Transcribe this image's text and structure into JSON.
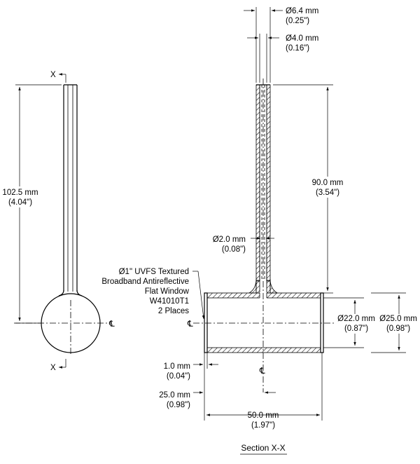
{
  "diagram": {
    "left_view": {
      "height": {
        "mm": "102.5 mm",
        "in": "(4.04\")"
      },
      "section_marker_top": "X",
      "section_marker_bottom": "X",
      "centerline_symbol": "℄"
    },
    "right_view": {
      "outer_tube": {
        "mm": "Ø6.4 mm",
        "in": "(0.25\")"
      },
      "inner_tube": {
        "mm": "Ø4.0 mm",
        "in": "(0.16\")"
      },
      "stem_length": {
        "mm": "90.0 mm",
        "in": "(3.54\")"
      },
      "channel": {
        "mm": "Ø2.0 mm",
        "in": "(0.08\")"
      },
      "inner_diameter": {
        "mm": "Ø22.0 mm",
        "in": "(0.87\")"
      },
      "outer_diameter": {
        "mm": "Ø25.0 mm",
        "in": "(0.98\")"
      },
      "window_thickness": {
        "mm": "1.0 mm",
        "in": "(0.04\")"
      },
      "window_offset": {
        "mm": "25.0 mm",
        "in": "(0.98\")"
      },
      "body_length": {
        "mm": "50.0 mm",
        "in": "(1.97\")"
      },
      "centerline_left": "℄",
      "centerline_bottom": "℄",
      "window_note": [
        "Ø1\" UVFS Textured",
        "Broadband Antireflective",
        "Flat Window",
        "W41010T1",
        "2 Places"
      ],
      "section_title": "Section X-X"
    }
  }
}
